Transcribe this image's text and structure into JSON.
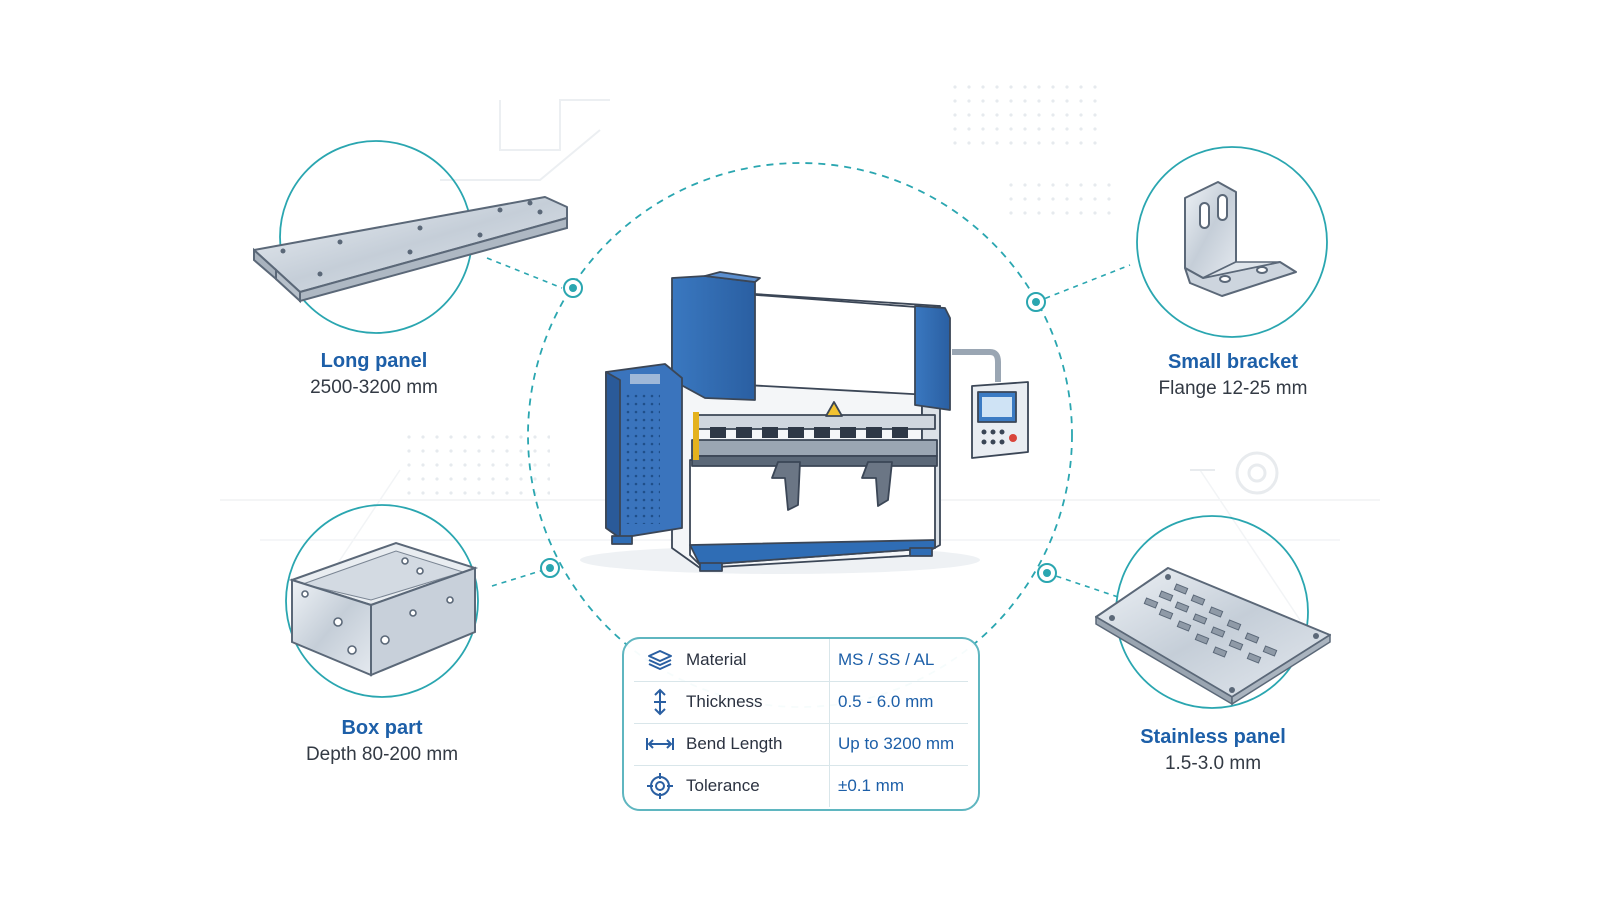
{
  "parts": {
    "long_panel": {
      "title": "Long panel",
      "detail": "2500-3200 mm"
    },
    "small_bracket": {
      "title": "Small bracket",
      "detail": "Flange 12-25 mm"
    },
    "box_part": {
      "title": "Box part",
      "detail": "Depth 80-200 mm"
    },
    "stainless_panel": {
      "title": "Stainless panel",
      "detail": "1.5-3.0 mm"
    }
  },
  "specs": [
    {
      "icon": "layers-icon",
      "label": "Material",
      "value": "MS / SS / AL"
    },
    {
      "icon": "vertical-arrows-icon",
      "label": "Thickness",
      "value": "0.5 - 6.0 mm"
    },
    {
      "icon": "horizontal-measure-icon",
      "label": "Bend Length",
      "value": "Up to 3200 mm"
    },
    {
      "icon": "crosshair-target-icon",
      "label": "Tolerance",
      "value": "±0.1 mm"
    }
  ],
  "colors": {
    "accent_teal": "#2aa6b0",
    "machine_blue": "#2f6db5",
    "title_blue": "#1d5fa8",
    "steel": "#c9d2dc"
  }
}
